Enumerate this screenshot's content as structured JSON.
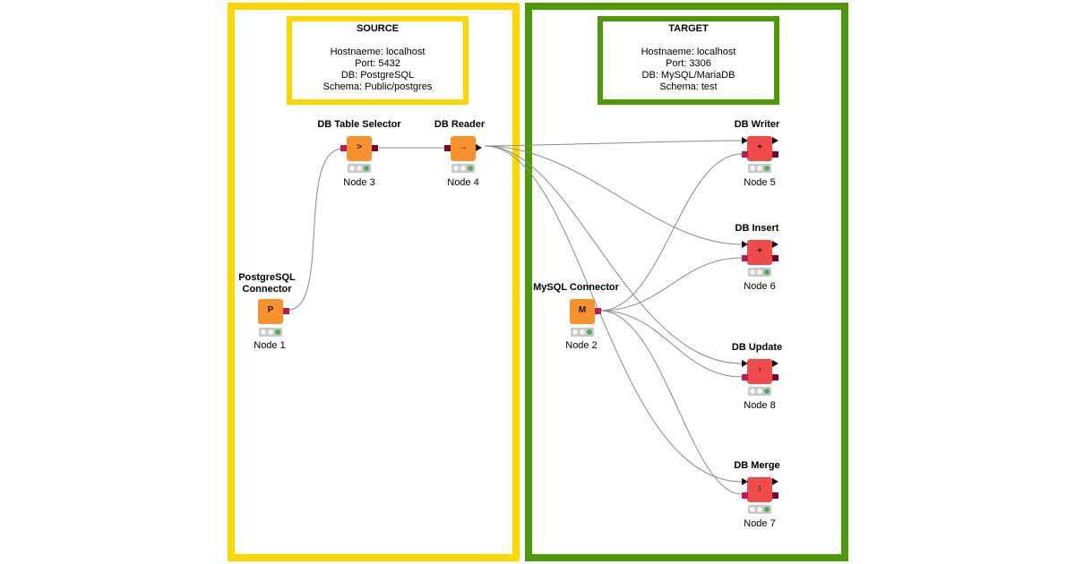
{
  "source": {
    "title": "SOURCE",
    "lines": [
      "Hostnaeme: localhost",
      "Port: 5432",
      "DB: PostgreSQL",
      "Schema: Public/postgres"
    ],
    "color": "#FFD700"
  },
  "target": {
    "title": "TARGET",
    "lines": [
      "Hostnaeme: localhost",
      "Port: 3306",
      "DB: MySQL/MariaDB",
      "Schema: test"
    ],
    "color": "#4E9A06"
  },
  "nodes": {
    "n1": {
      "name_line1": "PostgreSQL",
      "name_line2": "Connector",
      "label": "Node 1",
      "glyph": "P"
    },
    "n3": {
      "name": "DB Table Selector",
      "label": "Node 3",
      "glyph": ">"
    },
    "n4": {
      "name": "DB Reader",
      "label": "Node 4",
      "glyph": "→"
    },
    "n2": {
      "name": "MySQL Connector",
      "label": "Node 2",
      "glyph": "M"
    },
    "n5": {
      "name": "DB Writer",
      "label": "Node 5",
      "glyph": "+"
    },
    "n6": {
      "name": "DB Insert",
      "label": "Node 6",
      "glyph": "+"
    },
    "n8": {
      "name": "DB Update",
      "label": "Node 8",
      "glyph": "↑"
    },
    "n7": {
      "name": "DB Merge",
      "label": "Node 7",
      "glyph": "↕"
    }
  }
}
